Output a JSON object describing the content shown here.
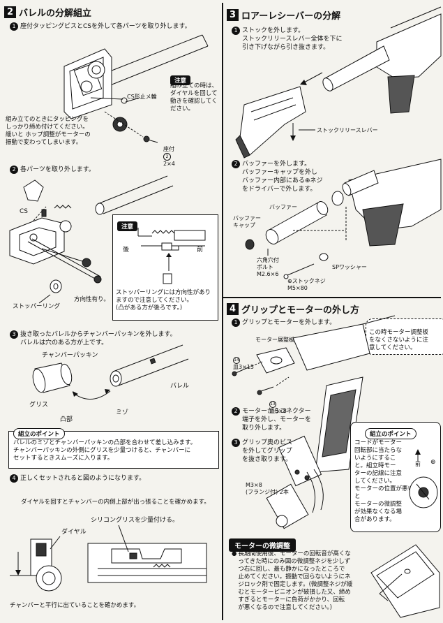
{
  "s2": {
    "num": "2",
    "title": "バレルの分解組立",
    "step1_num": "1",
    "step1_text": "座付タッピングビスとCSを外して各パーツを取り外します。",
    "caution_label": "注意",
    "caution_text": "組み立ての時は、\nダイヤルを回して\n動きを確認してく\nださい。",
    "cs_ring_label": "CS形止メ輪",
    "screw_label": "座付",
    "screw_size": "2×4",
    "assembly_note": "組み立てのときにタッピングを\nしっかり締め付けてください。\n緩いと ホップ調整がモーターの\n振動で変わってしまいます。",
    "step2_num": "2",
    "step2_text": "各パーツを取り外します。",
    "cs_label": "CS",
    "caution2_label": "注意",
    "rear_label": "後",
    "front_label": "前",
    "stopper_note": "ストッパーリングには方向性があり\nますので注意してください。\n(凸がある方が後ろです。)",
    "stopper_ring_label": "ストッパーリング",
    "direction_label": "方向性有り。",
    "step3_num": "3",
    "step3_text": "抜き取ったバレルからチャンバーパッキンを外します。\nバレルは穴のある方が上です。",
    "chamber_packing_label": "チャンバーパッキン",
    "grease_label": "グリス",
    "convex_label": "凸部",
    "groove_label": "ミゾ",
    "barrel_label": "バレル",
    "point_label": "組立のポイント",
    "point_text": "バレルのミゾとチャンバーパッキンの凸部を合わせて差し込みます。\nチャンバーパッキンの外側にグリスを少量つけると、チャンバーに\nセットするときスムーズに入ります。",
    "step4_num": "4",
    "step4_text": "正しくセットされると図のようになります。",
    "dial_check_text": "ダイヤルを回すとチャンバーの内側上部が出っ張ることを確かめます。",
    "silicone_label": "シリコングリスを少量付ける。",
    "dial_label": "ダイヤル",
    "parallel_note": "チャンバーと平行に出ていることを確かめます。"
  },
  "s3": {
    "num": "3",
    "title": "ロアーレシーバーの分解",
    "step1_num": "1",
    "step1_text": "ストックを外します。\nストックリリースレバー全体を下に\n引き下げながら引き抜きます。",
    "stock_lever_label": "ストックリリースレバー",
    "step2_num": "2",
    "step2_text": "バッファーを外します。\nバッファーキャップを外し\nバッファー内部にある⊕ネジ\nをドライバーで外します。",
    "buffer_label": "バッファー",
    "buffer_cap_label": "バッファー\nキャップ",
    "hex_bolt_label": "六角穴付\nボルト\nM2.6×6",
    "sp_washer_label": "SPワッシャー",
    "stock_screw_label": "⊕ストックネジ\nM5×80"
  },
  "s4": {
    "num": "4",
    "title": "グリップとモーターの外し方",
    "step1_num": "1",
    "step1_text": "グリップとモーターを外します。",
    "motor_plate_label": "モーター展整板",
    "screw_a_label": "皿3×15",
    "screw_b_label": "皿3×8",
    "balloon_note": "この時モーター調整板\nをなくさないように注\n意してください。",
    "step2_num": "2",
    "step2_text": "モーターからコネクター\n端子を外し、モーターを\n取り外します。",
    "step3_num": "3",
    "step3_text": "グリップ奥のビス\nを外してグリップ\nを抜き取ります。",
    "m3_label": "M3×8\n(フランジ付) 2本",
    "point_label": "組立のポイント",
    "point_text": "コードがモーター\n回転部に当たらな\nいようにするこ\nと。組立時モー\nターの記線に注意\nしてください。\nモーターの位置が悪いと\nモーターの微調整\nが効果なくなる場\n合があります。",
    "front_label": "前",
    "plus_label": "⊕"
  },
  "s5": {
    "title": "モーターの微調整",
    "text": "長期間使用後、モーターの回転音が高くな\nってきた時にのみ図の微調整ネジを少しず\nつ右に回し、最も静かになったところで\n止めてください。振動で回らないようにネ\nジロック剤で固定します。(微調整ネジが緩\nむとモーターピニオンが破損した又、締め\nすぎるとモーターに負荷がかかり、回転\nが悪くなるので注意してください。)"
  }
}
